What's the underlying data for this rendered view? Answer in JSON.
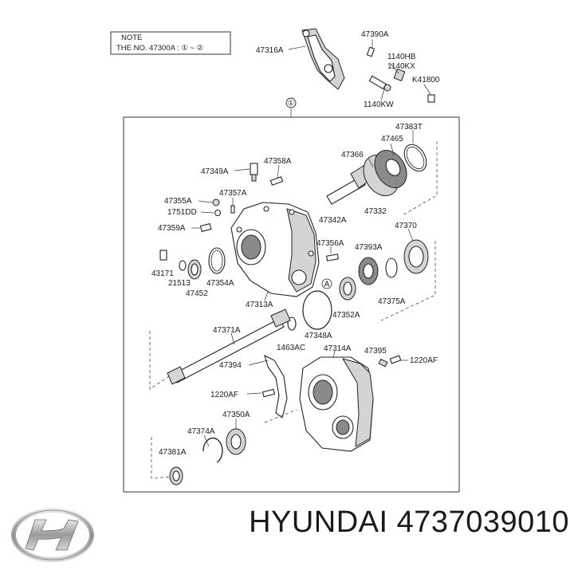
{
  "note": {
    "title": "NOTE",
    "line": "THE NO. 47300A : ① ~ ②"
  },
  "callouts": {
    "assembly": "①"
  },
  "labels": {
    "p47390A": "47390A",
    "p1140HB": "1140HB",
    "p1140KX": "1140KX",
    "pK41800": "K41800",
    "p1140KW": "1140KW",
    "p47316A": "47316A",
    "p47383T": "47383T",
    "p47465": "47465",
    "p47366": "47366",
    "p47342A": "47342A",
    "p47332": "47332",
    "p47349A": "47349A",
    "p47358A": "47358A",
    "p47355A": "47355A",
    "p47357A": "47357A",
    "p1751DD": "1751DD",
    "p47359A": "47359A",
    "p47370": "47370",
    "p47356A": "47356A",
    "p47393A": "47393A",
    "p43171": "43171",
    "p21513": "21513",
    "p47452": "47452",
    "p47354A": "47354A",
    "p47313A": "47313A",
    "p47352A": "47352A",
    "p47375A": "47375A",
    "p47371A": "47371A",
    "p47348A": "47348A",
    "p1463AC": "1463AC",
    "p47314A": "47314A",
    "p47395": "47395",
    "p1220AF_r": "1220AF",
    "p47394": "47394",
    "p1220AF_l": "1220AF",
    "p47350A": "47350A",
    "p47374A": "47374A",
    "p47381A": "47381A",
    "marker_A": "A"
  },
  "brand": {
    "name": "HYUNDAI",
    "part_number": "4737039010",
    "logo_icon": "hyundai-logo-icon"
  }
}
